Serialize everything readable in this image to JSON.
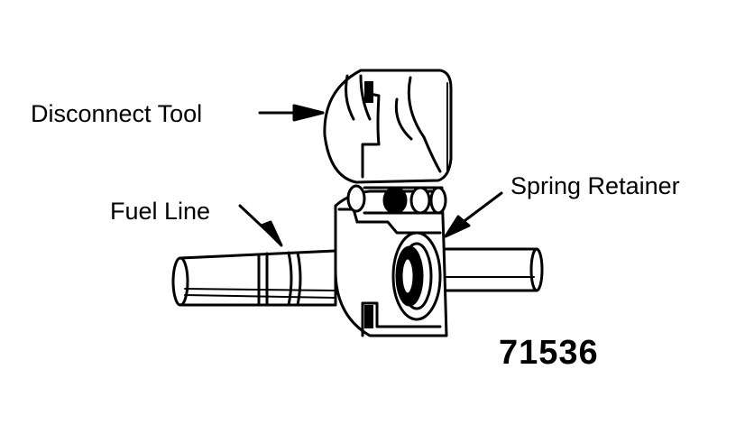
{
  "labels": {
    "disconnect_tool": "Disconnect Tool",
    "fuel_line": "Fuel Line",
    "spring_retainer": "Spring Retainer",
    "figure_number": "71536"
  },
  "colors": {
    "ink": "#000000",
    "paper": "#ffffff"
  }
}
